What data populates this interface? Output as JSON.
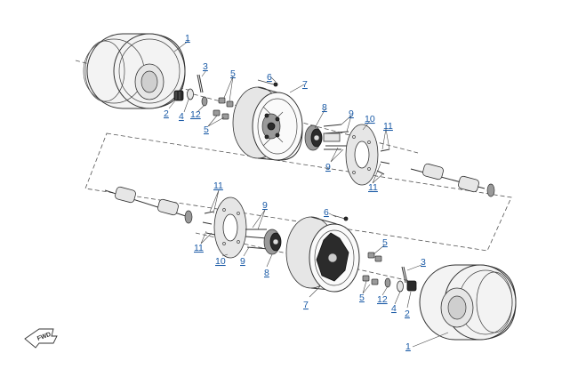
{
  "diagram": {
    "direction_label": "FWD",
    "callouts": {
      "upper": {
        "tire": "1",
        "nut_castle": "2",
        "cotter_pin": "3",
        "washer": "4",
        "lug_nut_a": "5",
        "lug_nut_b": "5",
        "valve_stem": "6",
        "rim": "7",
        "hub": "8",
        "stud_a": "9",
        "stud_b": "9",
        "brake_disc": "10",
        "bolt_a": "11",
        "bolt_b": "11",
        "spacer": "12"
      },
      "lower": {
        "bolt_a": "11",
        "bolt_b": "11",
        "stud_a": "9",
        "stud_b": "9",
        "brake_disc": "10",
        "hub": "8",
        "valve_stem": "6",
        "rim": "7",
        "lug_nut_a": "5",
        "lug_nut_b": "5",
        "cotter_pin": "3",
        "spacer": "12",
        "washer": "4",
        "nut_castle": "2",
        "tire": "1"
      }
    }
  }
}
